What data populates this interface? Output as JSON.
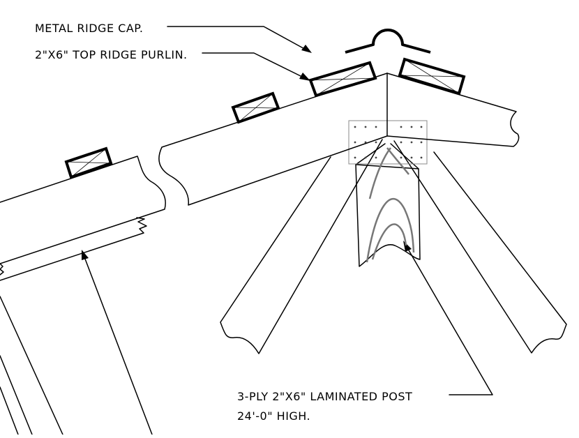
{
  "labels": {
    "ridge_cap": "METAL RIDGE CAP.",
    "top_purlin": "2\"X6\" TOP RIDGE PURLIN.",
    "post_line1": "3-PLY 2\"X6\" LAMINATED POST",
    "post_line2": "24'-0\" HIGH."
  },
  "colors": {
    "line": "#000000",
    "grain": "#777777",
    "background": "#ffffff"
  }
}
